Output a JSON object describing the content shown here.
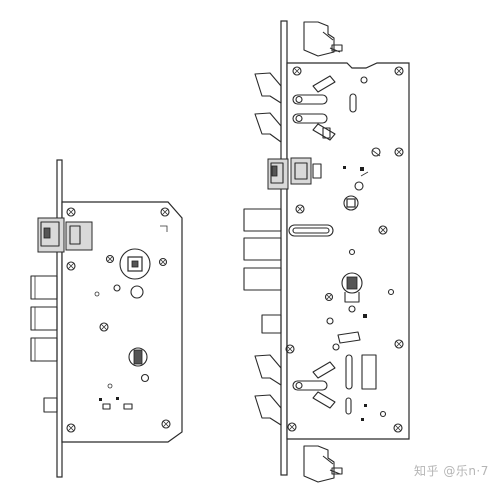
{
  "figure": {
    "description_items": [
      "left-lock-body",
      "right-multipoint-lock-body"
    ]
  },
  "watermark": {
    "text": "知乎 @乐n·7"
  },
  "colors": {
    "line": "#2a2a2a",
    "background": "#ffffff",
    "watermark": "#b5b5b5"
  }
}
